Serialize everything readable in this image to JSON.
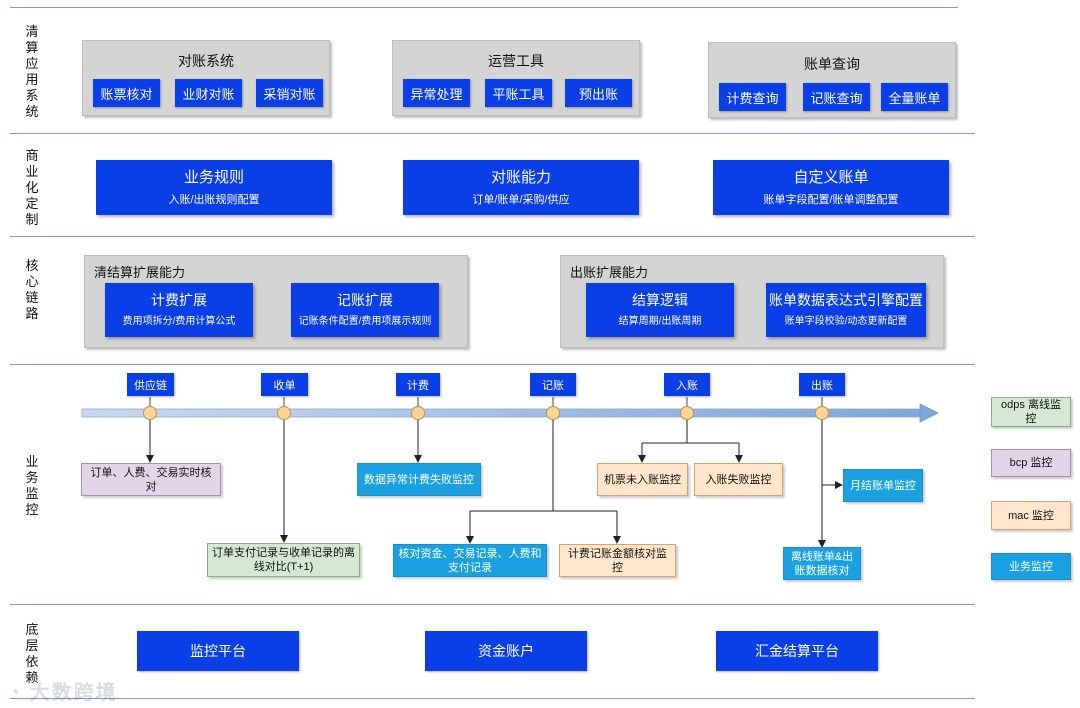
{
  "rows": [
    {
      "label": "清算应用系统"
    },
    {
      "label": "商业化定制"
    },
    {
      "label": "核心链路"
    },
    {
      "label": "业务监控"
    },
    {
      "label": "底层依赖"
    }
  ],
  "apps": [
    {
      "title": "对账系统",
      "items": [
        "账票核对",
        "业财对账",
        "采销对账"
      ]
    },
    {
      "title": "运营工具",
      "items": [
        "异常处理",
        "平账工具",
        "预出账"
      ]
    },
    {
      "title": "账单查询",
      "items": [
        "计费查询",
        "记账查询",
        "全量账单"
      ]
    }
  ],
  "custom": [
    {
      "title": "业务规则",
      "sub": "入账/出账规则配置"
    },
    {
      "title": "对账能力",
      "sub": "订单/账单/采购/供应"
    },
    {
      "title": "自定义账单",
      "sub": "账单字段配置/账单调整配置"
    }
  ],
  "core": [
    {
      "title": "清结算扩展能力",
      "items": [
        {
          "title": "计费扩展",
          "sub": "费用项拆分/费用计算公式"
        },
        {
          "title": "记账扩展",
          "sub": "记账条件配置/费用项展示规则"
        }
      ]
    },
    {
      "title": "出账扩展能力",
      "items": [
        {
          "title": "结算逻辑",
          "sub": "结算周期/出账周期"
        },
        {
          "title": "账单数据表达式引擎配置",
          "sub": "账单字段校验/动态更新配置"
        }
      ]
    }
  ],
  "stages": [
    "供应链",
    "收单",
    "计费",
    "记账",
    "入账",
    "出账"
  ],
  "monitors": {
    "supply_realtime": "订单、人费、交易实时核对",
    "order_offline": "订单支付记录与收单记录的离线对比(T+1)",
    "fee_fail": "数据异常计费失败监控",
    "fund_check": "核对资金、交易记录、人费和支付记录",
    "fee_amount": "计费记账金额核对监控",
    "ticket_unposted": "机票未入账监控",
    "post_fail": "入账失败监控",
    "monthly_bill": "月结账单监控",
    "offline_bill": "离线账单&出账数据核对"
  },
  "legend": [
    {
      "label": "odps 离线监控",
      "color": "#d5e8d4"
    },
    {
      "label": "bcp 监控",
      "color": "#e1d5e7"
    },
    {
      "label": "mac 监控",
      "color": "#ffe6cc"
    },
    {
      "label": "业务监控",
      "color": "#1ba1e2"
    }
  ],
  "base": [
    "监控平台",
    "资金账户",
    "汇金结算平台"
  ],
  "watermark": "大数跨境"
}
